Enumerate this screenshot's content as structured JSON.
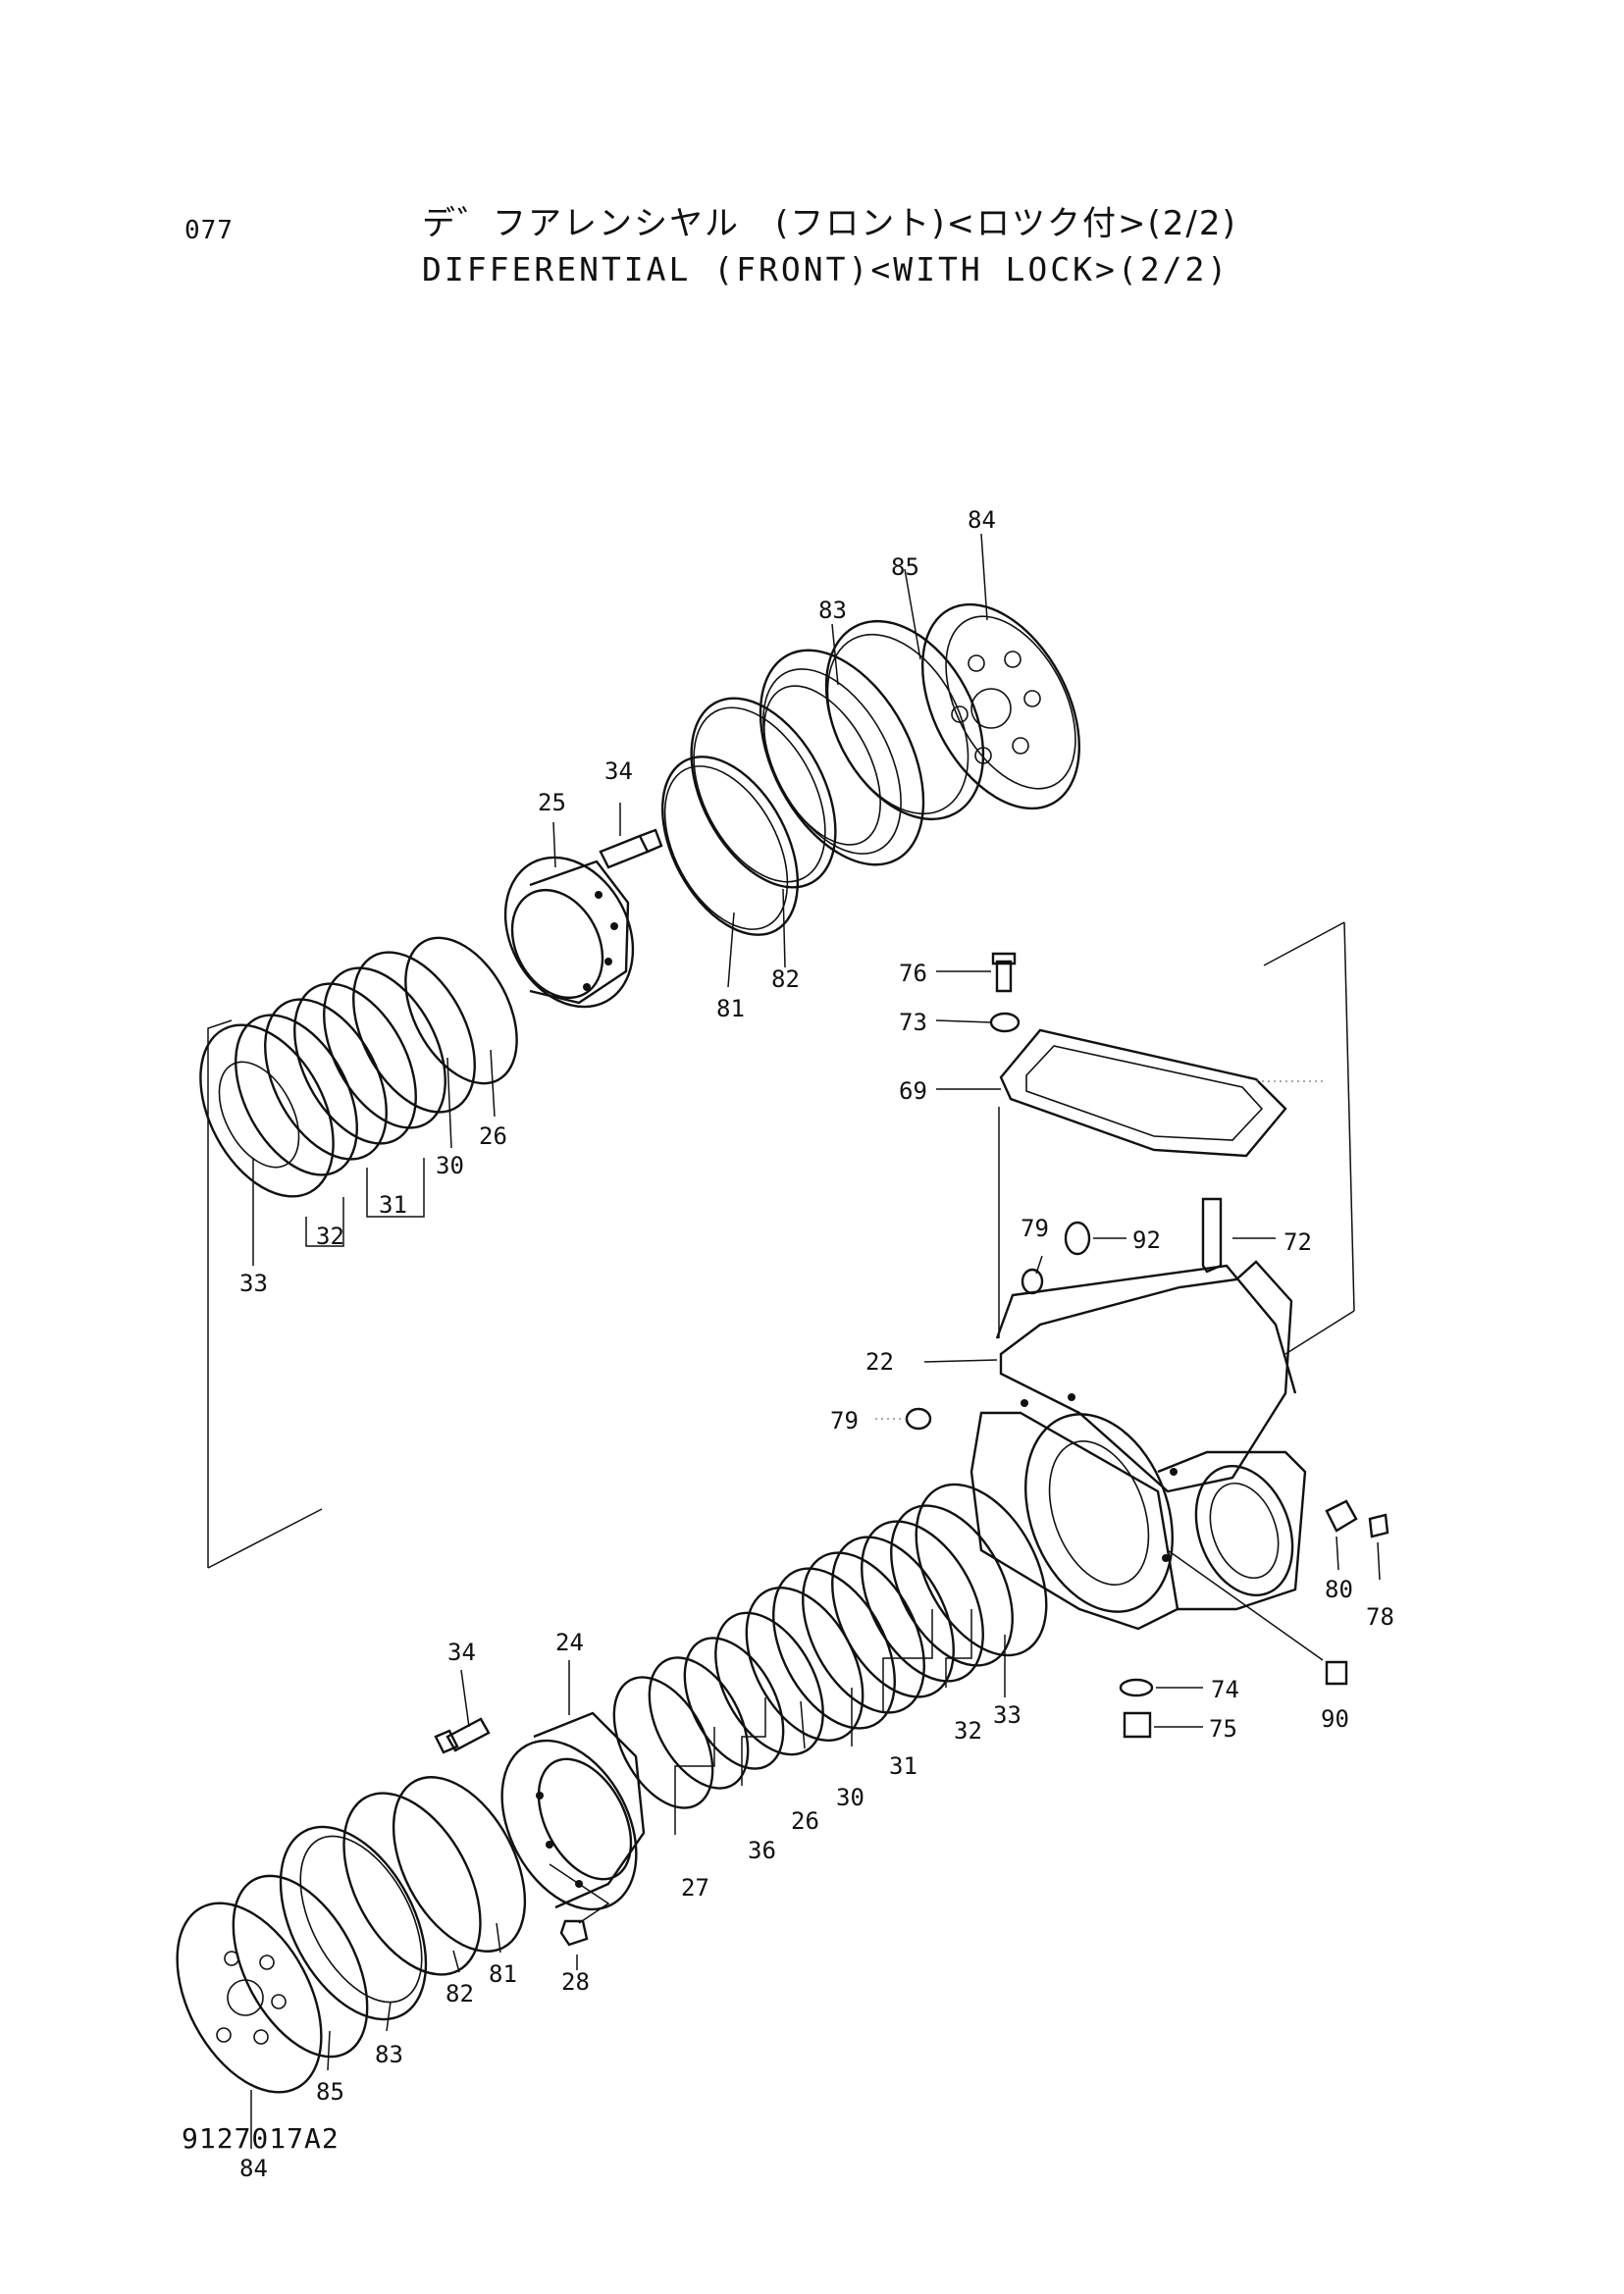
{
  "header": {
    "page_number": "077",
    "title_jp": "デ゛フアレンシヤル　(フロント)<ロツク付>(2/2)",
    "title_en": "DIFFERENTIAL (FRONT)<WITH LOCK>(2/2)"
  },
  "footer": {
    "drawing_number": "9127017A2"
  },
  "callouts": {
    "c84_top": "84",
    "c85_top": "85",
    "c83_top": "83",
    "c34_top": "34",
    "c25": "25",
    "c81_top": "81",
    "c82_top": "82",
    "c76": "76",
    "c73": "73",
    "c69": "69",
    "c26_top": "26",
    "c30_top": "30",
    "c31_top": "31",
    "c32_top": "32",
    "c33_top": "33",
    "c79_top": "79",
    "c92": "92",
    "c72": "72",
    "c22": "22",
    "c79_left": "79",
    "c80": "80",
    "c78": "78",
    "c74": "74",
    "c75": "75",
    "c90": "90",
    "c33_bot": "33",
    "c32_bot": "32",
    "c31_bot": "31",
    "c30_bot": "30",
    "c26_bot": "26",
    "c36": "36",
    "c27": "27",
    "c34_bot": "34",
    "c24": "24",
    "c28": "28",
    "c81_bot": "81",
    "c82_bot": "82",
    "c83_bot": "83",
    "c85_bot": "85",
    "c84_bot": "84"
  }
}
